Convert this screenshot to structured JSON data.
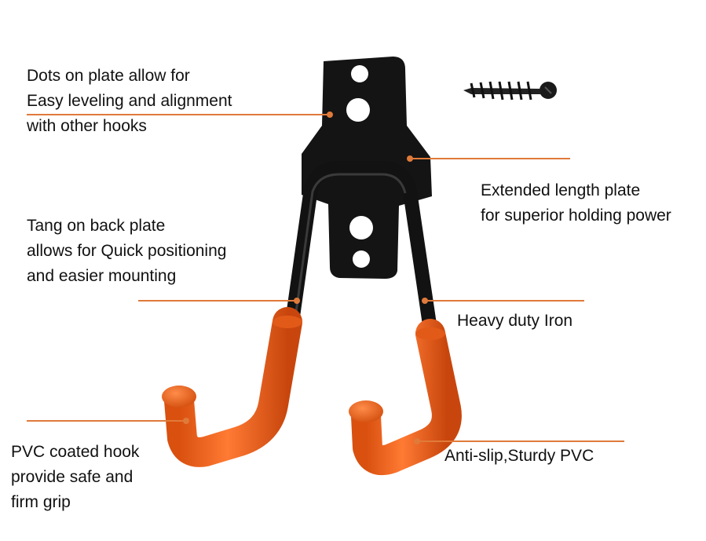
{
  "colors": {
    "accent_line": "#e07a3a",
    "iron": "#121212",
    "pvc": "#f2601c",
    "pvc_shade": "#c8460d",
    "text": "#111111"
  },
  "labels": {
    "dots_plate": [
      "Dots on plate allow for",
      "Easy leveling and alignment",
      "with other hooks"
    ],
    "extended_plate": [
      "Extended length plate",
      "for superior holding power"
    ],
    "tang": [
      "Tang on back plate",
      "allows for Quick positioning",
      "and easier mounting"
    ],
    "iron": [
      "Heavy duty Iron"
    ],
    "pvc_hook": [
      "PVC coated hook",
      "provide safe and",
      "firm grip"
    ],
    "anti_slip": [
      "Anti-slip,Sturdy PVC"
    ]
  },
  "icons": {
    "hook": "double-utility-hook-icon",
    "screw": "screw-icon"
  }
}
